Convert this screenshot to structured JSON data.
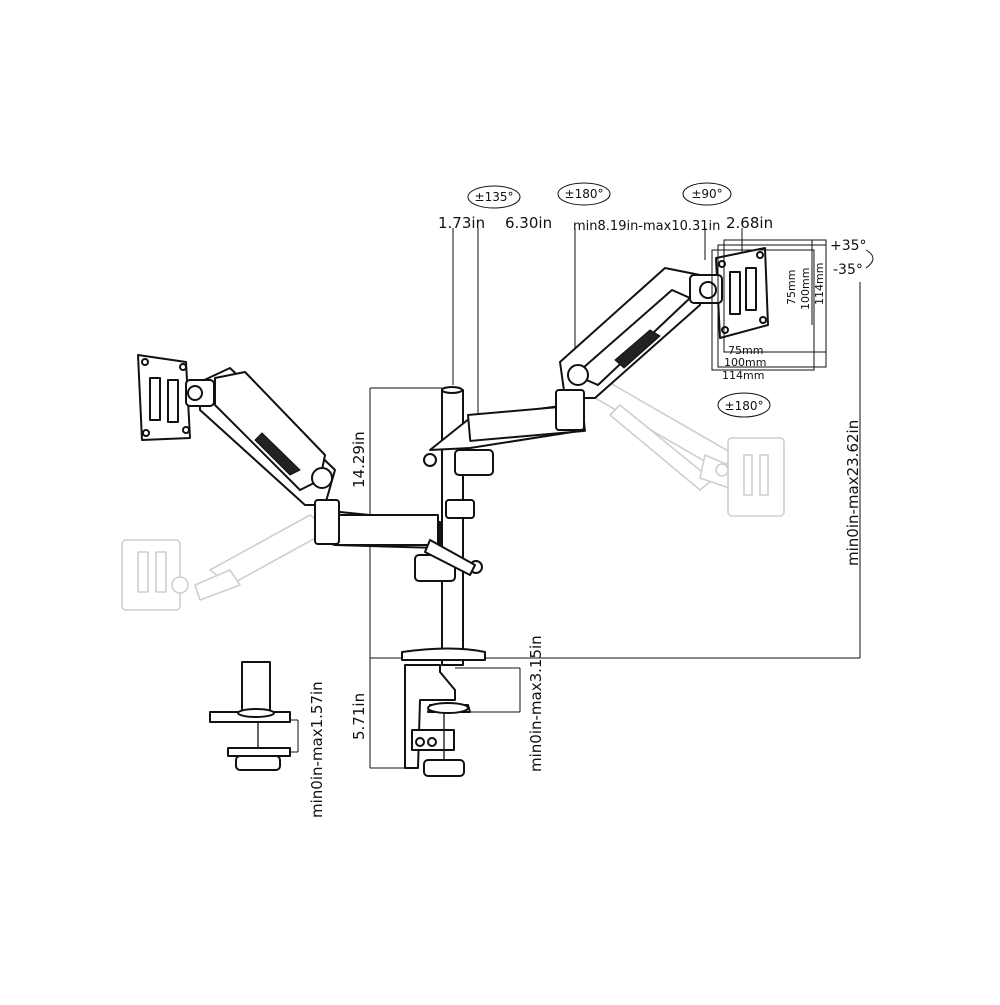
{
  "rotations": {
    "arm_swivel": "±135°",
    "arm_rotate": "±180°",
    "head_swivel": "±90°",
    "monitor_rotate": "±180°"
  },
  "dimensions": {
    "pole_top": "1.73in",
    "lower_arm": "6.30in",
    "upper_arm_range": "min8.19in-max10.31in",
    "head_length": "2.68in",
    "pole_height": "14.29in",
    "clamp_height": "5.71in",
    "desk_thickness": "min0in-max3.15in",
    "total_reach": "min0in-max23.62in",
    "grommet_thickness": "min0in-max1.57in"
  },
  "tilt": {
    "up": "+35°",
    "down": "-35°"
  },
  "vesa": {
    "v75": "75mm",
    "v100": "100mm",
    "v114": "114mm"
  }
}
